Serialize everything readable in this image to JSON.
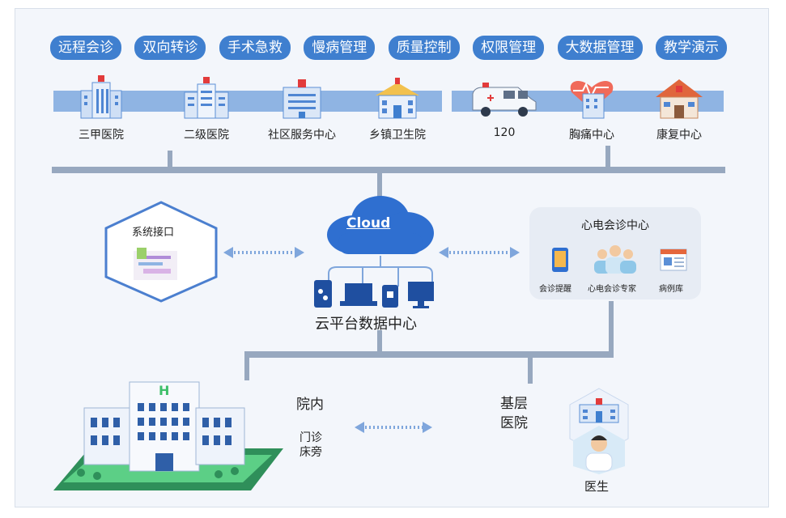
{
  "top_services": [
    "远程会诊",
    "双向转诊",
    "手术急救",
    "慢病管理",
    "质量控制",
    "权限管理",
    "大数据管理",
    "教学演示"
  ],
  "facilities": [
    {
      "label": "三甲医院",
      "icon": "hospital-large-icon"
    },
    {
      "label": "二级医院",
      "icon": "hospital-medium-icon"
    },
    {
      "label": "社区服务中心",
      "icon": "community-center-icon"
    },
    {
      "label": "乡镇卫生院",
      "icon": "township-clinic-icon"
    },
    {
      "label": "120",
      "icon": "ambulance-icon"
    },
    {
      "label": "胸痛中心",
      "icon": "chest-pain-center-icon"
    },
    {
      "label": "康复中心",
      "icon": "rehab-center-icon"
    }
  ],
  "interface_label": "系统接口",
  "cloud_label": "Cloud",
  "data_center_label": "云平台数据中心",
  "ecg_center": {
    "title": "心电会诊中心",
    "items": [
      "会诊提醒",
      "心电会诊专家",
      "病例库"
    ]
  },
  "inhouse": {
    "title": "院内",
    "items": [
      "门诊",
      "床旁"
    ]
  },
  "primary_hospital": "基层\n医院",
  "primary_hospital_lines": [
    "基层",
    "医院"
  ],
  "doctor_label": "医生",
  "colors": {
    "pill": "#3f7fcf",
    "band": "#8fb4e3",
    "connector": "#97a8bf",
    "cloud": "#2f6fd0",
    "hexagon": "#4b7fcf"
  }
}
